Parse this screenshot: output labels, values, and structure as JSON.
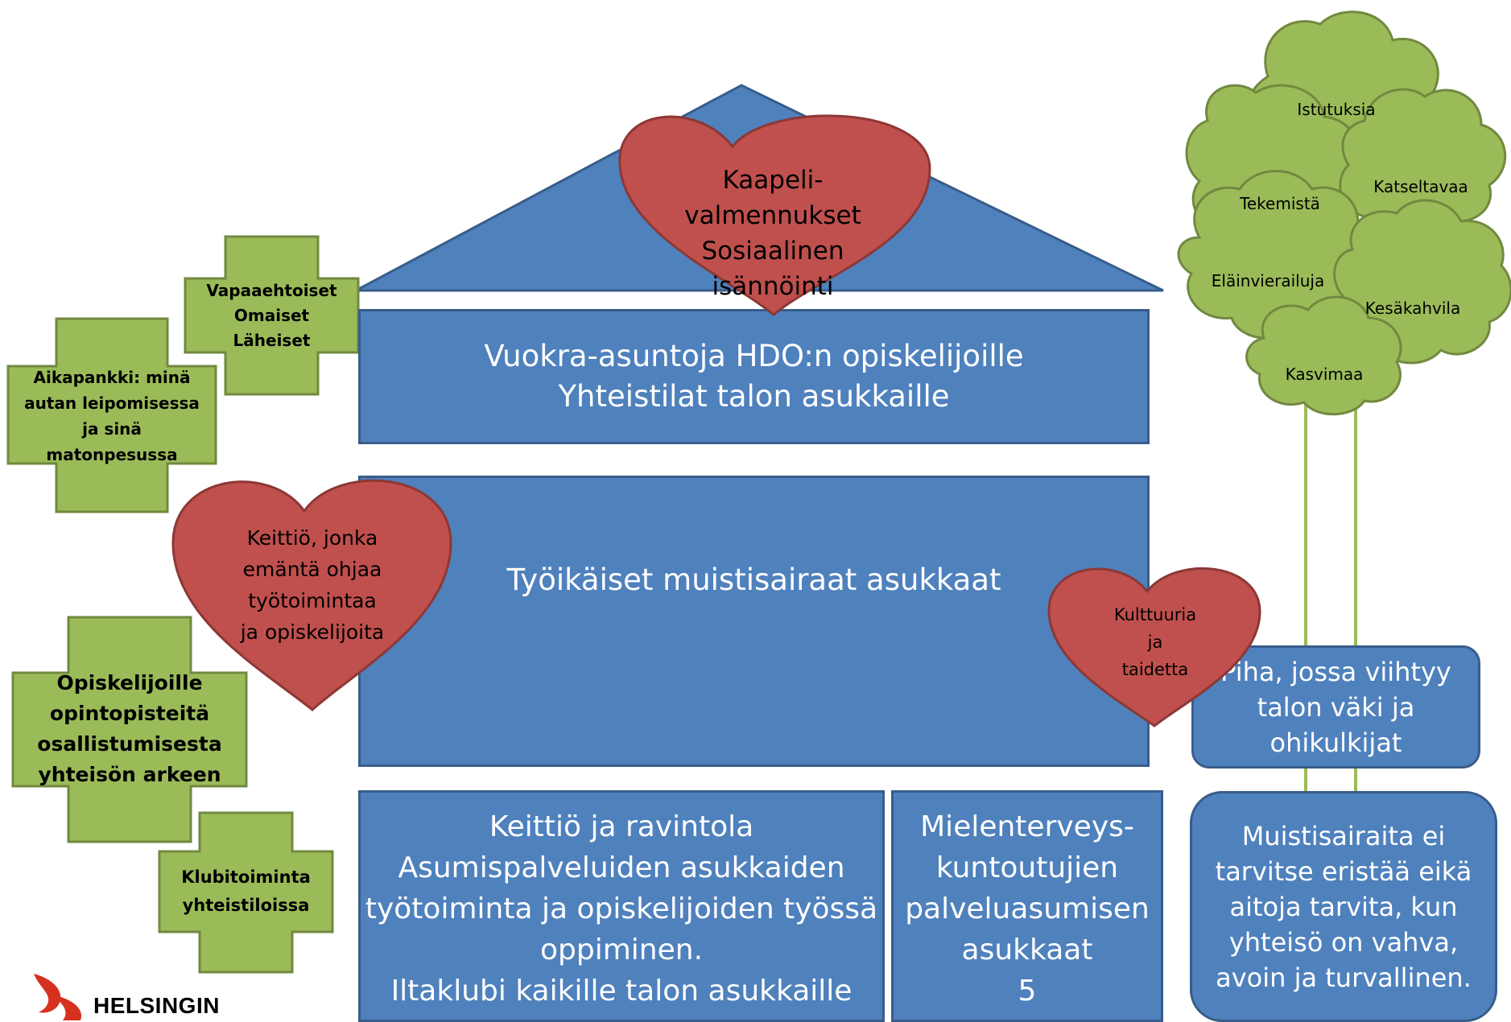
{
  "house": {
    "roof_heart": [
      "Kaapeli-",
      "valmennukset",
      "Sosiaalinen",
      "isännöinti"
    ],
    "floor_top": [
      "Vuokra-asuntoja HDO:n opiskelijoille",
      "Yhteistilat  talon asukkaille"
    ],
    "floor_middle": [
      "Työikäiset muistisairaat asukkaat"
    ],
    "floor_ground_left": [
      "Keittiö ja ravintola",
      "Asumispalveluiden asukkaiden",
      "työtoiminta ja opiskelijoiden työssä",
      "oppiminen.",
      "Iltaklubi kaikille talon asukkaille"
    ],
    "floor_ground_right": [
      "Mielenterveys-",
      "kuntoutujien",
      "palveluasumisen",
      "asukkaat",
      "5"
    ]
  },
  "hearts": {
    "kitchen": [
      "Keittiö, jonka",
      "emäntä ohjaa",
      "työtoimintaa",
      "ja opiskelijoita"
    ],
    "culture": [
      "Kulttuuria",
      "ja",
      "taidetta"
    ]
  },
  "crosses": {
    "volunteers": [
      "Vapaaehtoiset",
      "Omaiset",
      "Läheiset"
    ],
    "time_bank": [
      "Aikapankki: minä",
      "autan leipomisessa",
      "ja sinä",
      "matonpesussa"
    ],
    "students": [
      "Opiskelijoille",
      "opintopisteitä",
      "osallistumisesta",
      "yhteisön arkeen"
    ],
    "club": [
      "Klubitoiminta",
      "yhteistiloissa"
    ]
  },
  "tree": {
    "labels": [
      "Istutuksia",
      "Tekemistä",
      "Katseltavaa",
      "Eläinvierailuja",
      "Kesäkahvila",
      "Kasvimaa"
    ]
  },
  "yard": {
    "courtyard": [
      "Piha, jossa viihtyy",
      "talon väki ja",
      "ohikulkijat"
    ],
    "no_fences": [
      "Muistisairaita ei",
      "tarvitse eristää eikä",
      "aitoja tarvita, kun",
      "yhteisö on vahva,",
      "avoin ja turvallinen."
    ]
  },
  "logo": {
    "text": "HELSINGIN"
  },
  "colors": {
    "house_blue": "#4f81bd",
    "house_border": "#385d8a",
    "heart_red": "#c0504d",
    "heart_border": "#8c3836",
    "cross_green": "#9bbb59",
    "cross_border": "#71893f",
    "tree_green": "#9bbb59",
    "logo_red": "#d6301f"
  }
}
